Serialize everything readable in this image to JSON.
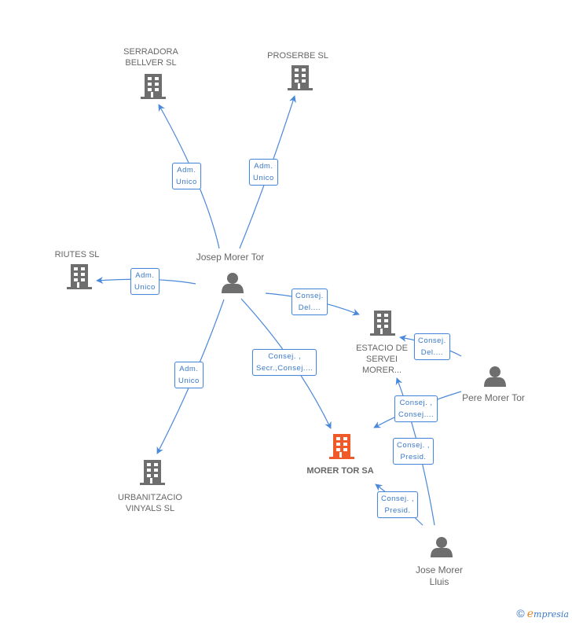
{
  "colors": {
    "edge": "#4a88d9",
    "node_gray": "#6e6e6e",
    "node_main": "#f05a28",
    "label_text": "#666666"
  },
  "nodes": {
    "serradora": {
      "label_line1": "SERRADORA",
      "label_line2": "BELLVER SL",
      "type": "company",
      "icon": "building-icon"
    },
    "proserbe": {
      "label_line1": "PROSERBE SL",
      "type": "company",
      "icon": "building-icon"
    },
    "riutes": {
      "label_line1": "RIUTES SL",
      "type": "company",
      "icon": "building-icon"
    },
    "josep": {
      "label_line1": "Josep Morer Tor",
      "type": "person",
      "icon": "person-icon"
    },
    "estacio": {
      "label_line1": "ESTACIO DE",
      "label_line2": "SERVEI",
      "label_line3": "MORER...",
      "type": "company",
      "icon": "building-icon"
    },
    "pere": {
      "label_line1": "Pere Morer Tor",
      "type": "person",
      "icon": "person-icon"
    },
    "morer_tor": {
      "label_line1": "MORER TOR SA",
      "type": "company-main",
      "icon": "building-icon"
    },
    "urbanitzacio": {
      "label_line1": "URBANITZACIO",
      "label_line2": "VINYALS SL",
      "type": "company",
      "icon": "building-icon"
    },
    "jose": {
      "label_line1": "Jose Morer",
      "label_line2": "Lluis",
      "type": "person",
      "icon": "person-icon"
    }
  },
  "edges": [
    {
      "from": "josep",
      "to": "serradora",
      "line1": "Adm.",
      "line2": "Unico"
    },
    {
      "from": "josep",
      "to": "proserbe",
      "line1": "Adm.",
      "line2": "Unico"
    },
    {
      "from": "josep",
      "to": "riutes",
      "line1": "Adm.",
      "line2": "Unico"
    },
    {
      "from": "josep",
      "to": "estacio",
      "line1": "Consej.",
      "line2": "Del...."
    },
    {
      "from": "josep",
      "to": "morer_tor",
      "line1": "Consej. ,",
      "line2": "Secr.,Consej...."
    },
    {
      "from": "josep",
      "to": "urbanitzacio",
      "line1": "Adm.",
      "line2": "Unico"
    },
    {
      "from": "pere",
      "to": "estacio",
      "line1": "Consej.",
      "line2": "Del...."
    },
    {
      "from": "pere",
      "to": "morer_tor",
      "line1": "Consej. ,",
      "line2": "Consej...."
    },
    {
      "from": "jose",
      "to": "estacio",
      "line1": "Consej. ,",
      "line2": "Presid."
    },
    {
      "from": "jose",
      "to": "morer_tor",
      "line1": "Consej. ,",
      "line2": "Presid."
    }
  ],
  "footer": {
    "copyright": "©",
    "brand_initial": "e",
    "brand_rest": "mpresia"
  }
}
